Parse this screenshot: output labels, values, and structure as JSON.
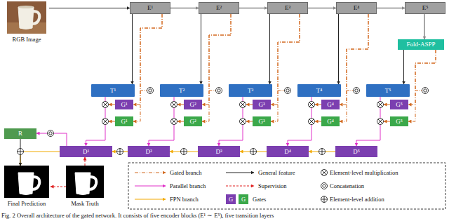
{
  "diagram": {
    "caption": "Fig. 2 Overall architecture of the gated network. It consists of five encoder blocks (E¹ ∼ E⁵), five transition layers",
    "nodes": [
      {
        "text": [
          "RGB Image"
        ]
      },
      {
        "text": [
          "E¹"
        ]
      },
      {
        "text": [
          "E²"
        ]
      },
      {
        "text": [
          "E³"
        ]
      },
      {
        "text": [
          "E⁴"
        ]
      },
      {
        "text": [
          "E⁵"
        ]
      },
      {
        "text": [
          "Fold-ASPP"
        ]
      },
      {
        "text": [
          "T¹"
        ]
      },
      {
        "text": [
          "T²"
        ]
      },
      {
        "text": [
          "T³"
        ]
      },
      {
        "text": [
          "T⁴"
        ]
      },
      {
        "text": [
          "T⁵"
        ]
      },
      {
        "text": [
          "G¹"
        ]
      },
      {
        "text": [
          "G²"
        ]
      },
      {
        "text": [
          "G³"
        ]
      },
      {
        "text": [
          "G⁴"
        ]
      },
      {
        "text": [
          "G⁵"
        ]
      },
      {
        "text": [
          "G¹"
        ]
      },
      {
        "text": [
          "G²"
        ]
      },
      {
        "text": [
          "G³"
        ]
      },
      {
        "text": [
          "G⁴"
        ]
      },
      {
        "text": [
          "G⁵"
        ]
      },
      {
        "text": [
          "R"
        ]
      },
      {
        "text": [
          "D¹"
        ]
      },
      {
        "text": [
          "D²"
        ]
      },
      {
        "text": [
          "D³"
        ]
      },
      {
        "text": [
          "D⁴"
        ]
      },
      {
        "text": [
          "D⁵"
        ]
      },
      {
        "text": [
          "Final Prediction"
        ]
      },
      {
        "text": [
          "Mask Truth"
        ]
      }
    ],
    "edges": [
      {
        "from": 0,
        "to": 1,
        "arrow": "to"
      },
      {
        "from": 1,
        "to": 2,
        "arrow": "to"
      },
      {
        "from": 2,
        "to": 3,
        "arrow": "to"
      },
      {
        "from": 3,
        "to": 4,
        "arrow": "to"
      },
      {
        "from": 4,
        "to": 5,
        "arrow": "to"
      },
      {
        "from": 5,
        "to": 6,
        "arrow": "to"
      },
      {
        "from": 1,
        "to": 7,
        "arrow": "to"
      },
      {
        "from": 2,
        "to": 8,
        "arrow": "to"
      },
      {
        "from": 3,
        "to": 9,
        "arrow": "to"
      },
      {
        "from": 4,
        "to": 10,
        "arrow": "to"
      },
      {
        "from": 6,
        "to": 11,
        "arrow": "to"
      },
      {
        "from": 1,
        "to": 12,
        "arrow": "to"
      },
      {
        "from": 2,
        "to": 13,
        "arrow": "to"
      },
      {
        "from": 3,
        "to": 14,
        "arrow": "to"
      },
      {
        "from": 4,
        "to": 15,
        "arrow": "to"
      },
      {
        "from": 6,
        "to": 16,
        "arrow": "to"
      },
      {
        "from": 1,
        "to": 17,
        "arrow": "to"
      },
      {
        "from": 2,
        "to": 18,
        "arrow": "to"
      },
      {
        "from": 3,
        "to": 19,
        "arrow": "to"
      },
      {
        "from": 4,
        "to": 20,
        "arrow": "to"
      },
      {
        "from": 6,
        "to": 21,
        "arrow": "to"
      },
      {
        "from": 7,
        "to": 23,
        "arrow": "to"
      },
      {
        "from": 8,
        "to": 24,
        "arrow": "to"
      },
      {
        "from": 9,
        "to": 25,
        "arrow": "to"
      },
      {
        "from": 10,
        "to": 26,
        "arrow": "to"
      },
      {
        "from": 11,
        "to": 27,
        "arrow": "to"
      },
      {
        "from": 27,
        "to": 26,
        "arrow": "to"
      },
      {
        "from": 26,
        "to": 25,
        "arrow": "to"
      },
      {
        "from": 25,
        "to": 24,
        "arrow": "to"
      },
      {
        "from": 24,
        "to": 23,
        "arrow": "to"
      },
      {
        "from": 23,
        "to": 22,
        "arrow": "to"
      },
      {
        "from": 23,
        "to": 28,
        "arrow": "to"
      },
      {
        "from": 22,
        "to": 28,
        "arrow": "to"
      },
      {
        "from": 29,
        "to": 28,
        "arrow": "to"
      },
      {
        "from": 29,
        "to": 23,
        "arrow": "to"
      }
    ],
    "labels": [
      "G",
      "G"
    ],
    "legend": [
      {
        "text": "Gated branch"
      },
      {
        "text": "General feature"
      },
      {
        "text": "Element-level multiplication"
      },
      {
        "text": "Parallel branch"
      },
      {
        "text": "Supervision"
      },
      {
        "text": "Concatenation"
      },
      {
        "text": "FPN branch"
      },
      {
        "text": "Gates"
      },
      {
        "text": "Element-level addition"
      }
    ]
  }
}
